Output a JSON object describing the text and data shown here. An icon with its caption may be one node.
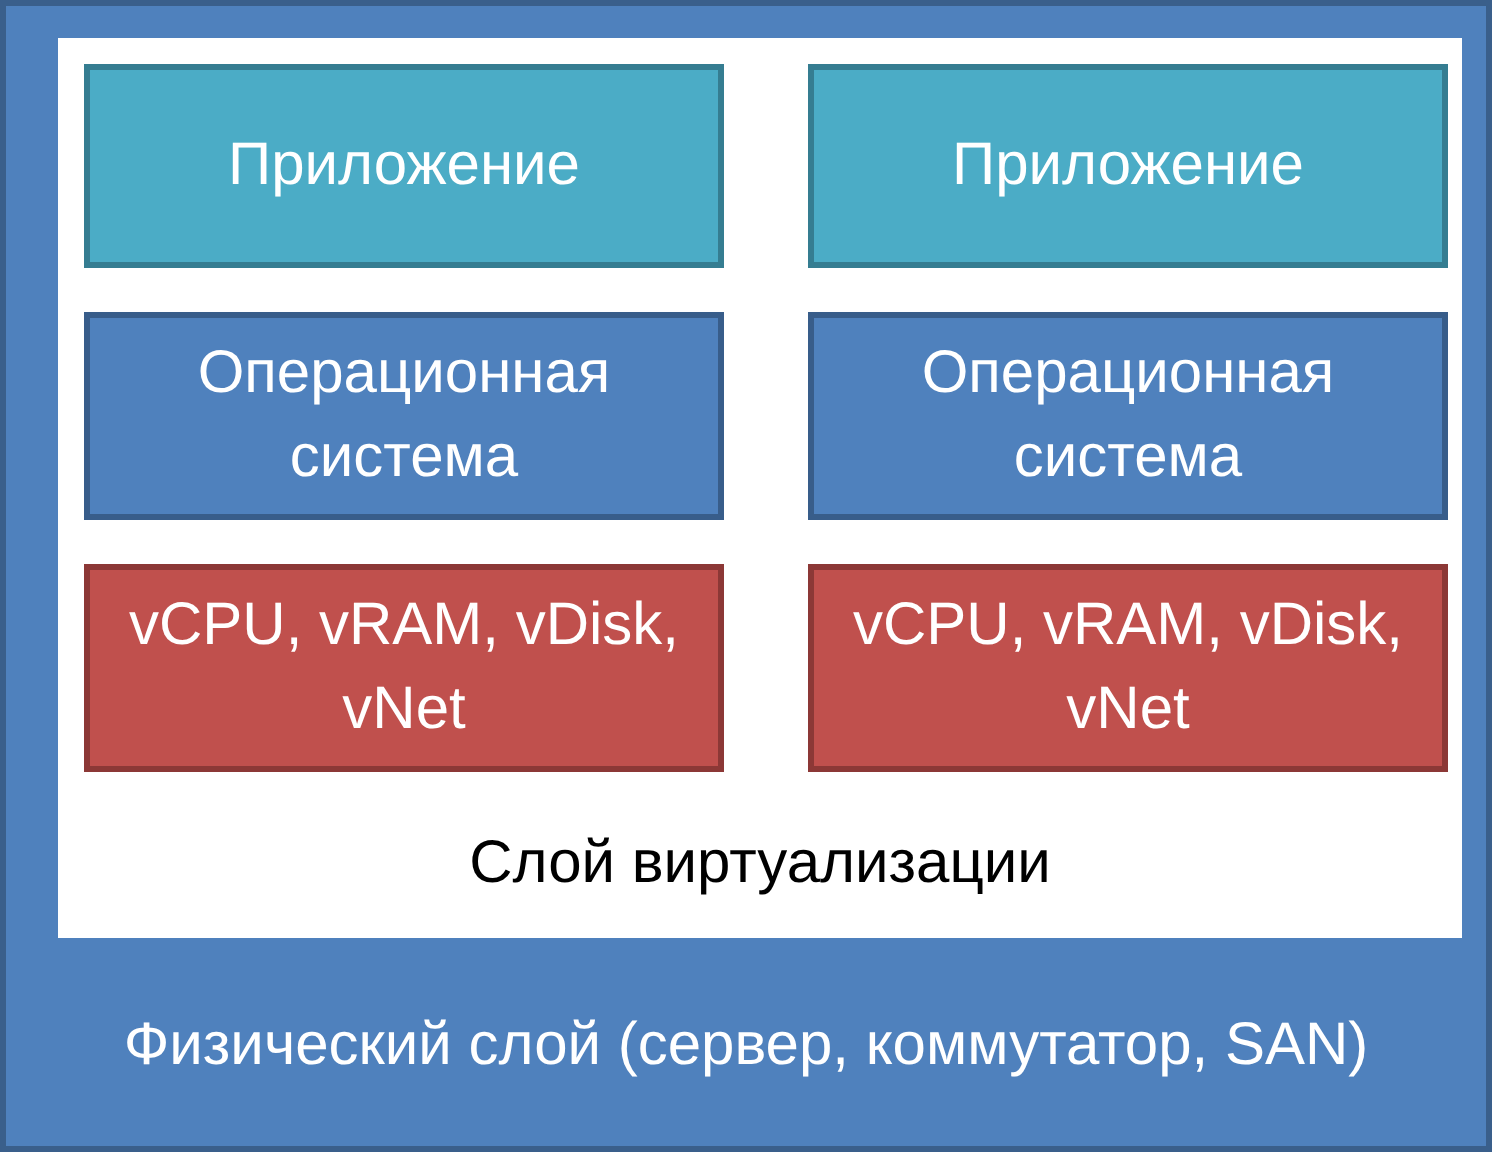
{
  "diagram": {
    "nodes": [
      {
        "text": [
          "Физический слой (сервер, коммутатор, SAN)"
        ]
      },
      {
        "text": [
          "Слой виртуализации"
        ],
        "in": 0
      },
      {
        "text": [
          "Приложение"
        ],
        "in": 1
      },
      {
        "text": [
          "Приложение"
        ],
        "in": 1
      },
      {
        "text": [
          "Операционная система"
        ],
        "in": 1
      },
      {
        "text": [
          "Операционная система"
        ],
        "in": 1
      },
      {
        "text": [
          "vCPU, vRAM, vDisk, vNet"
        ],
        "in": 1
      },
      {
        "text": [
          "vCPU, vRAM, vDisk, vNet"
        ],
        "in": 1
      }
    ]
  }
}
